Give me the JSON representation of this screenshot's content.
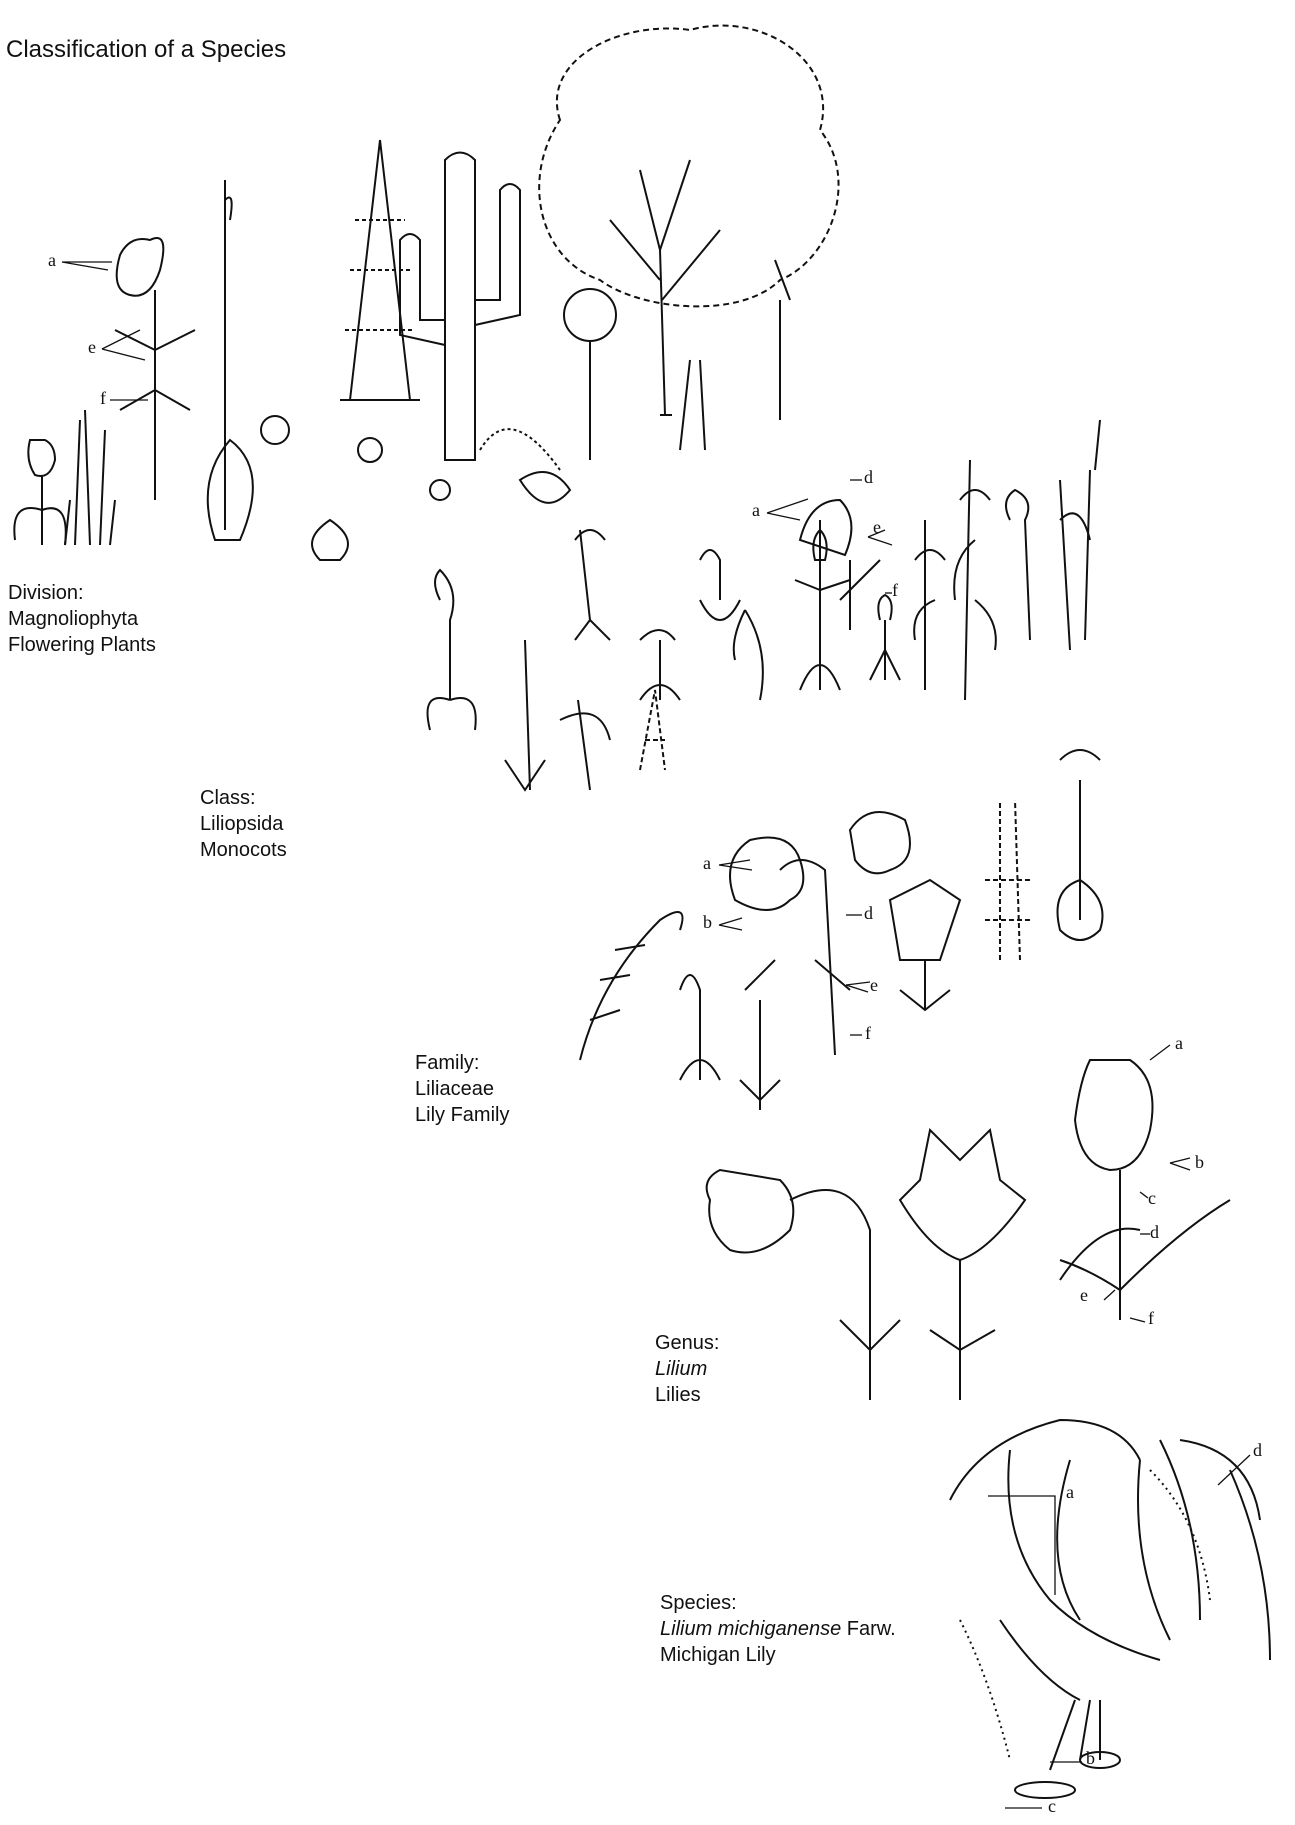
{
  "title": "Classification of a Species",
  "division": {
    "rank": "Division:",
    "name": "Magnoliophyta",
    "common": "Flowering Plants"
  },
  "class": {
    "rank": "Class:",
    "name": "Liliopsida",
    "common": "Monocots"
  },
  "family": {
    "rank": "Family:",
    "name": "Liliaceae",
    "common": "Lily Family"
  },
  "genus": {
    "rank": "Genus:",
    "name": "Lilium",
    "common": "Lilies"
  },
  "species": {
    "rank": "Species:",
    "name": "Lilium michiganense",
    "author": " Farw.",
    "common": "Michigan Lily"
  },
  "part_labels": {
    "a": "a",
    "b": "b",
    "c": "c",
    "d": "d",
    "e": "e",
    "f": "f"
  }
}
